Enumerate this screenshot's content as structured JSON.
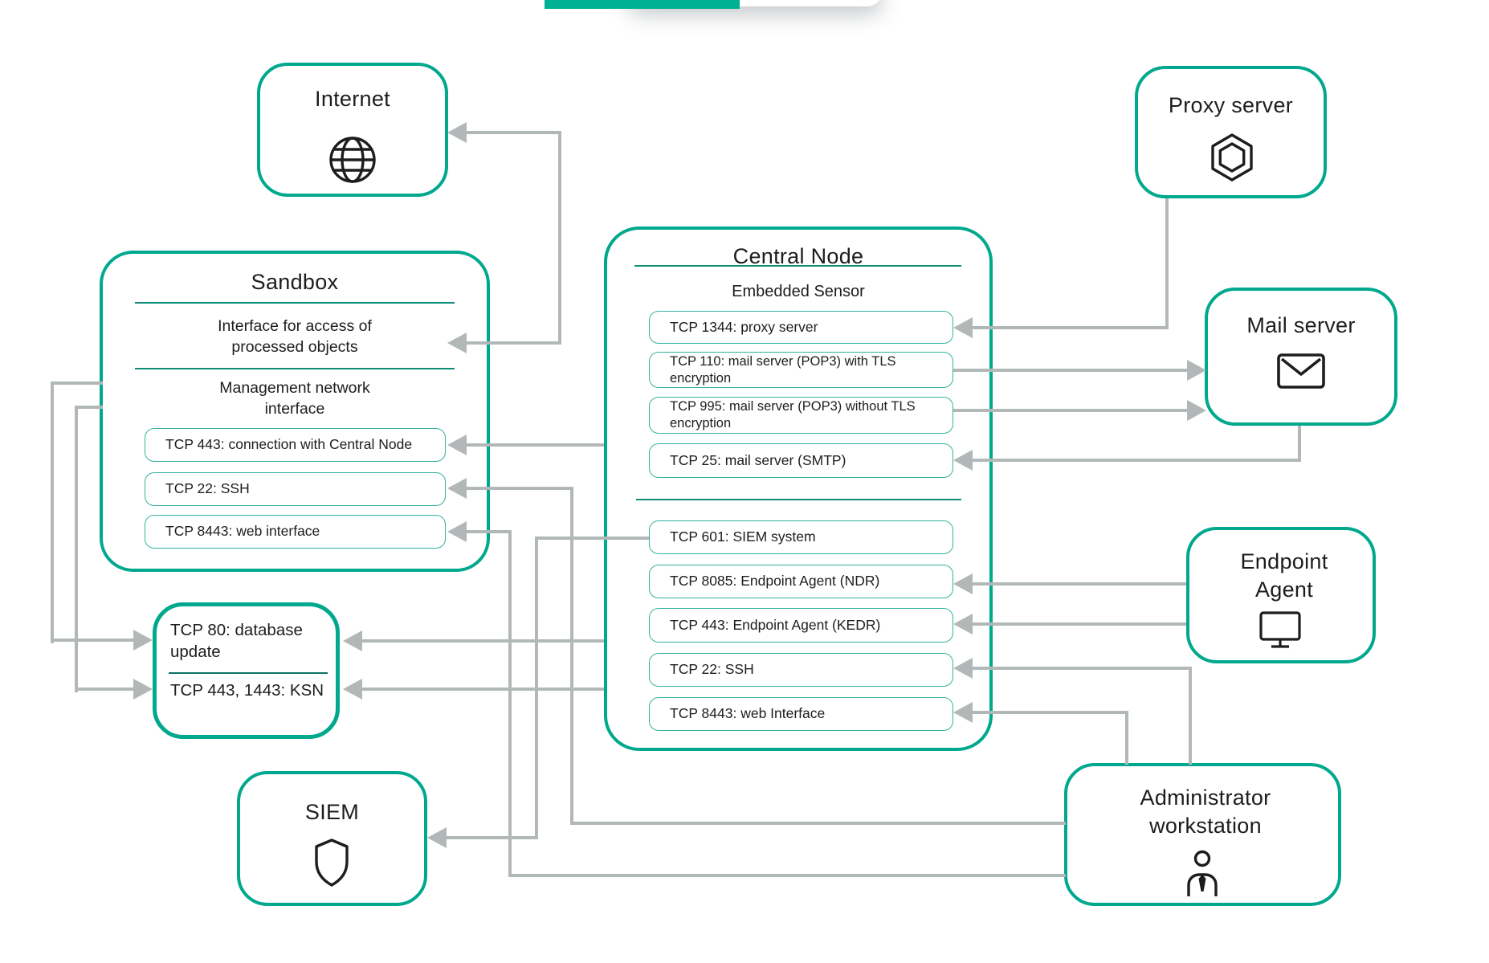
{
  "colors": {
    "accent": "#00a88e",
    "row_border": "#35b29d",
    "connector_gray": "#b2b8b8",
    "text": "#1d1d1b",
    "divider": "#0f8d77",
    "top_bar": "#00b092"
  },
  "nodes": {
    "internet": {
      "title": "Internet",
      "icon": "globe-icon"
    },
    "proxy": {
      "title": "Proxy server",
      "icon": "hexagon-icon"
    },
    "mail": {
      "title": "Mail server",
      "icon": "envelope-icon"
    },
    "endpoint": {
      "title": "Endpoint Agent",
      "icon": "monitor-icon"
    },
    "siem": {
      "title": "SIEM",
      "icon": "shield-icon"
    },
    "admin": {
      "title": "Administrator workstation",
      "icon": "person-icon"
    }
  },
  "sandbox": {
    "title": "Sandbox",
    "interface_label": "Interface for access of processed objects",
    "management_label": "Management network interface",
    "rows": [
      {
        "label": "TCP 443: connection with Central Node"
      },
      {
        "label": "TCP 22: SSH"
      },
      {
        "label": "TCP 8443: web interface"
      }
    ]
  },
  "central": {
    "title": "Central Node",
    "subtitle": "Embedded Sensor",
    "sensor_rows": [
      {
        "label": "TCP 1344: proxy server"
      },
      {
        "label": "TCP 110: mail server (POP3) with TLS encryption"
      },
      {
        "label": "TCP 995: mail server (POP3) without TLS encryption"
      },
      {
        "label": "TCP 25: mail server (SMTP)"
      }
    ],
    "rows": [
      {
        "label": "TCP 601: SIEM system"
      },
      {
        "label": "TCP 8085: Endpoint Agent (NDR)"
      },
      {
        "label": "TCP 443: Endpoint Agent (KEDR)"
      },
      {
        "label": "TCP 22: SSH"
      },
      {
        "label": "TCP 8443: web Interface"
      }
    ]
  },
  "tcp80box": {
    "line1": "TCP 80: database update",
    "line2": "TCP 443, 1443: KSN"
  }
}
